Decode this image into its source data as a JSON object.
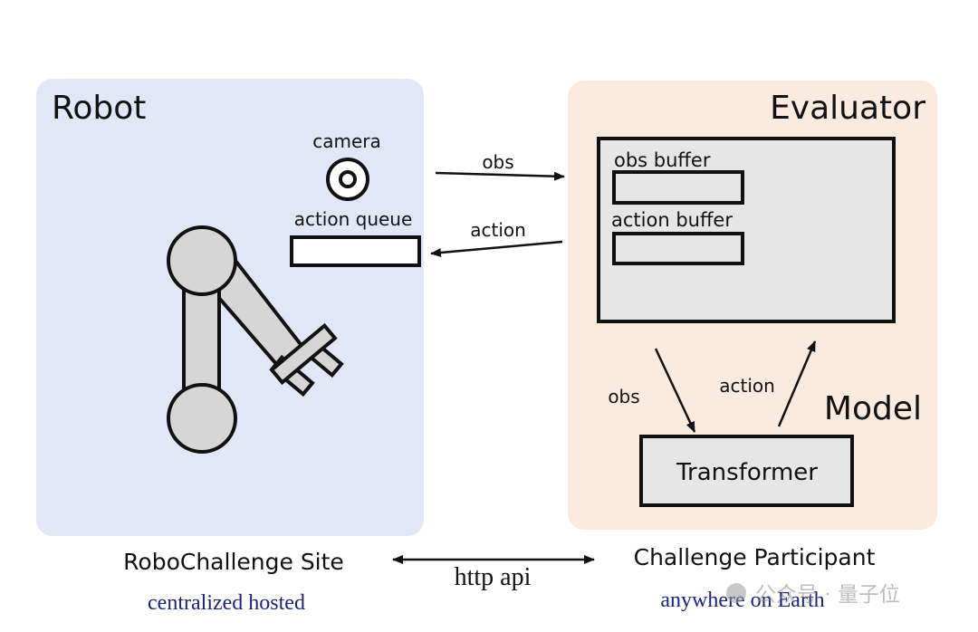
{
  "robot_panel": {
    "title": "Robot",
    "camera_label": "camera",
    "action_queue_label": "action queue"
  },
  "evaluator_panel": {
    "title": "Evaluator",
    "obs_buffer_label": "obs buffer",
    "action_buffer_label": "action buffer",
    "model_label": "Model",
    "transformer_label": "Transformer"
  },
  "arrows": {
    "obs_to_evaluator": "obs",
    "action_to_robot": "action",
    "obs_to_transformer": "obs",
    "action_from_transformer": "action",
    "http_api": "http api"
  },
  "footer": {
    "left_title": "RoboChallenge Site",
    "left_subtitle": "centralized hosted",
    "right_title": "Challenge Participant",
    "right_subtitle": "anywhere on Earth"
  },
  "watermark": {
    "text": "公众号 · 量子位"
  },
  "colors": {
    "robot_bg": "#e2e7f8",
    "evaluator_bg": "#fbeade",
    "box_fill": "#e6e6e6",
    "arm_fill": "#d6d6d6",
    "stroke": "#111111",
    "subtitle_blue": "#1a237e"
  }
}
